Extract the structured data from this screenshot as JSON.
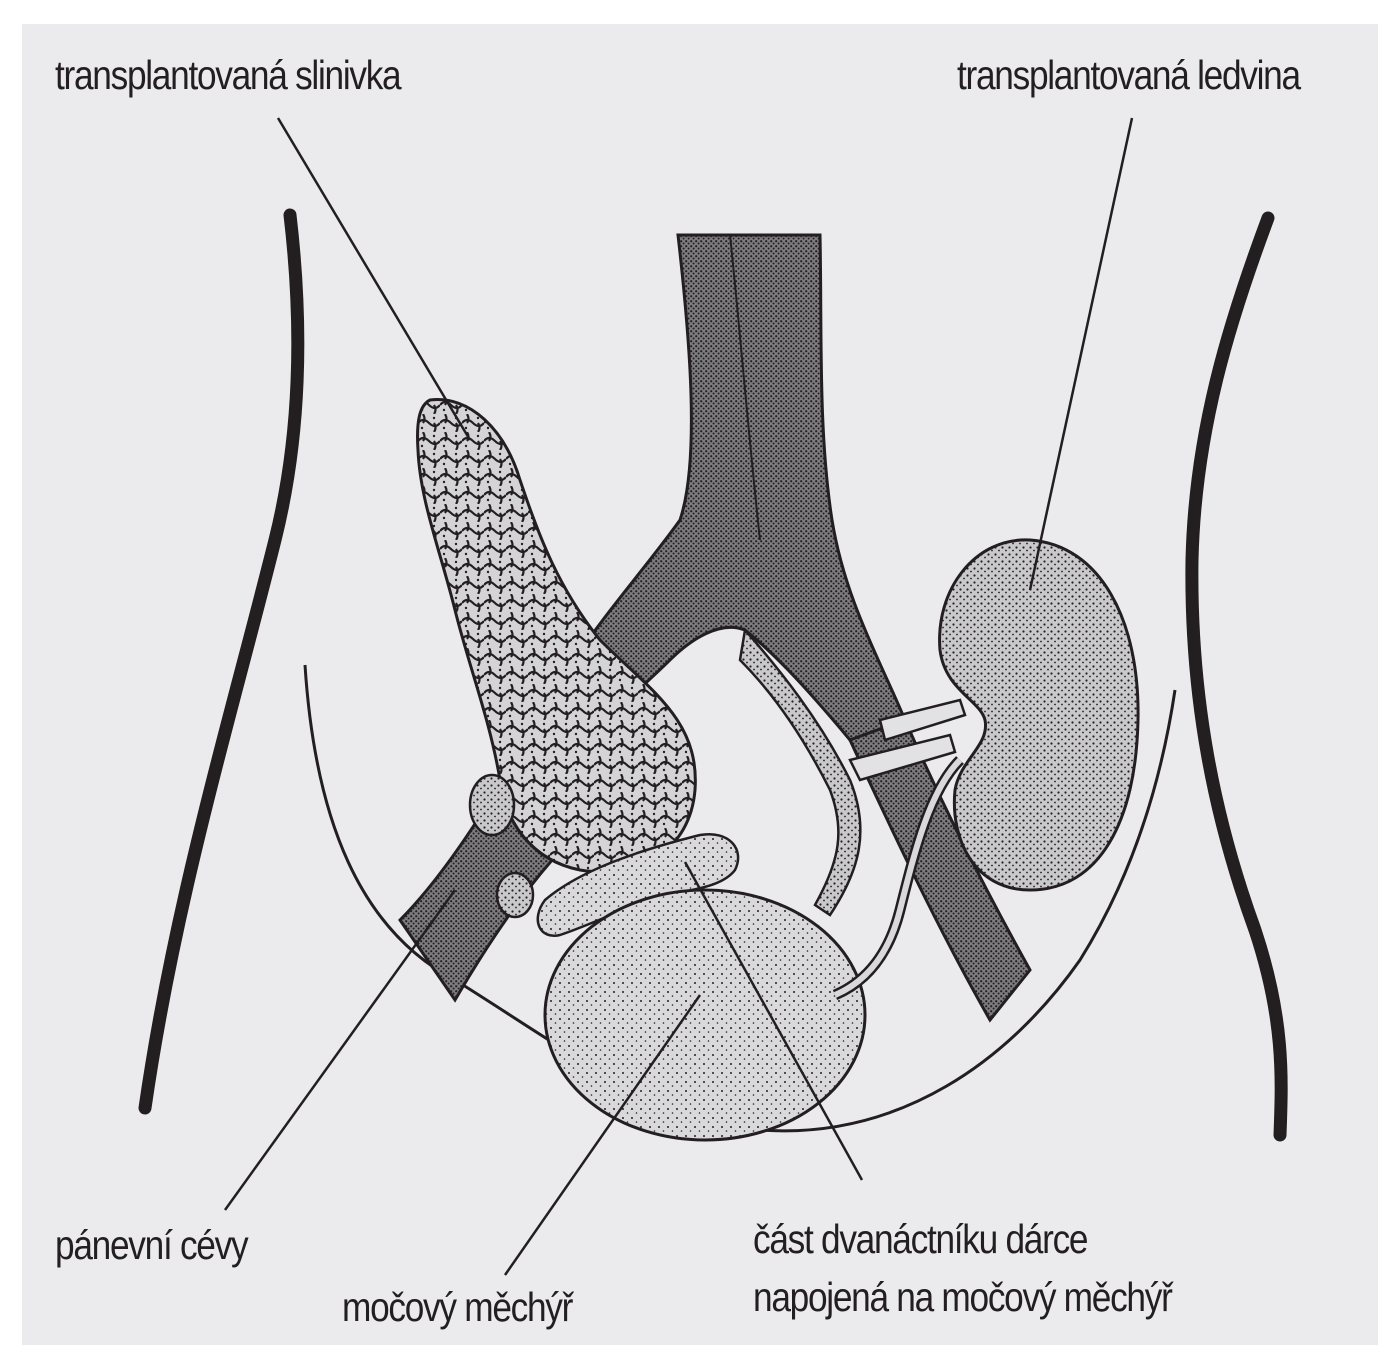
{
  "labels": {
    "pancreas": "transplantovaná slinivka",
    "kidney": "transplantovaná ledvina",
    "pelvic_vessels": "pánevní cévy",
    "bladder": "močový měchýř",
    "duodenum_line1": "část dvanáctníku dárce",
    "duodenum_line2": "napojená na močový měchýř"
  },
  "colors": {
    "background": "#ebebed",
    "ink": "#231f20"
  }
}
